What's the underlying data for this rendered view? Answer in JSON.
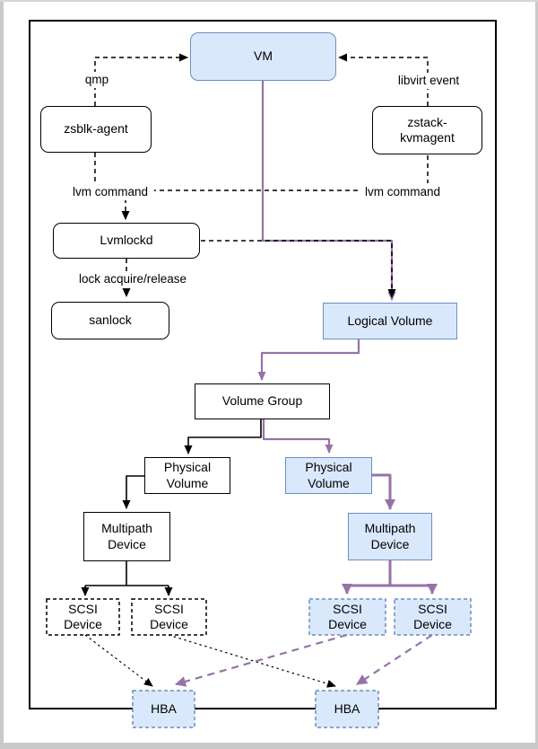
{
  "colors": {
    "blue_fill": "#dae8fc",
    "blue_border": "#6c8ebf",
    "purple": "#9673a6",
    "frame_gray": "#c9c9c9"
  },
  "nodes": {
    "vm": "VM",
    "zsblk_agent": "zsblk-agent",
    "zstack_kvmagent": "zstack-kvmagent",
    "lvmlockd": "Lvmlockd",
    "sanlock": "sanlock",
    "logical_volume": "Logical Volume",
    "volume_group": "Volume Group",
    "physical_volume_left": "Physical Volume",
    "physical_volume_right": "Physical Volume",
    "multipath_device_left": "Multipath Device",
    "multipath_device_right": "Multipath Device",
    "scsi_device_1": "SCSI Device",
    "scsi_device_2": "SCSI Device",
    "scsi_device_3": "SCSI Device",
    "scsi_device_4": "SCSI Device",
    "hba_left": "HBA",
    "hba_right": "HBA"
  },
  "edge_labels": {
    "qmp": "qmp",
    "libvirt_event": "libvirt event",
    "lvm_command_left": "lvm command",
    "lvm_command_right": "lvm command",
    "lock_acquire_release": "lock acquire/release"
  }
}
